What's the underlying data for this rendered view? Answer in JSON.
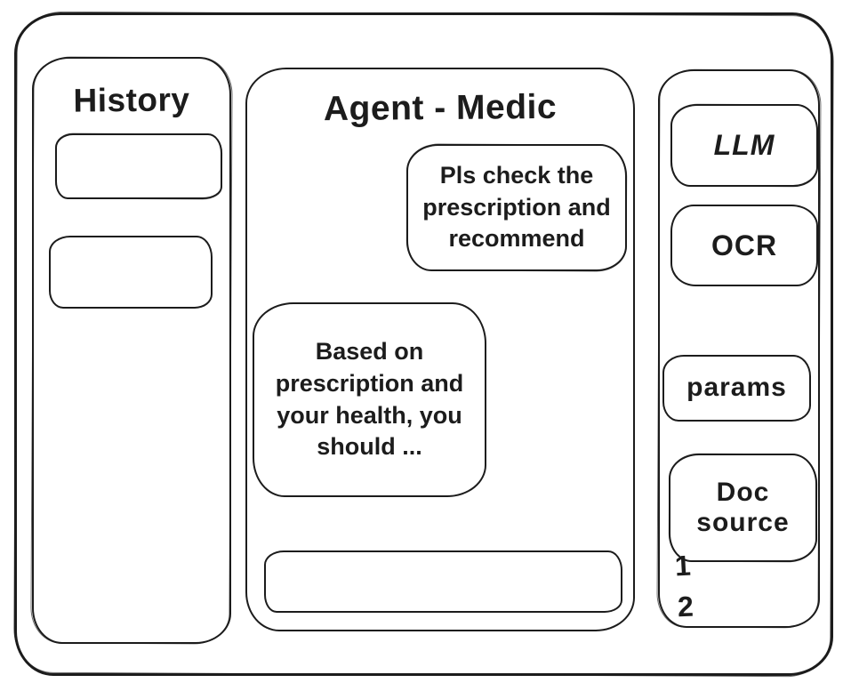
{
  "colors": {
    "ink": "#1c1c1c",
    "background": "#ffffff"
  },
  "history_panel": {
    "title": "History",
    "items": [
      {
        "label": ""
      },
      {
        "label": ""
      }
    ]
  },
  "chat_panel": {
    "title": "Agent - Medic",
    "messages": [
      {
        "role": "user",
        "text": "Pls check the prescription and recommend"
      },
      {
        "role": "agent",
        "text": "Based on prescription and your health, you should ..."
      }
    ],
    "input": {
      "value": ""
    }
  },
  "tools_panel": {
    "buttons": [
      {
        "id": "llm",
        "label": "LLM"
      },
      {
        "id": "ocr",
        "label": "OCR"
      },
      {
        "id": "params",
        "label": "params"
      },
      {
        "id": "doc-source",
        "label": "Doc source"
      }
    ],
    "doc_source_items": [
      "1",
      "2"
    ]
  }
}
